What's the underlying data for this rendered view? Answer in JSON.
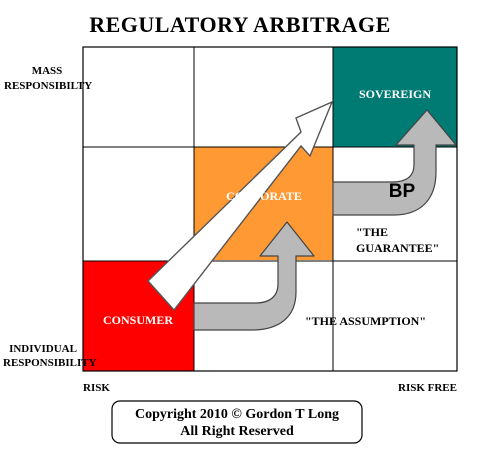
{
  "title": "REGULATORY ARBITRAGE",
  "y_axis": {
    "top_label_line1": "MASS",
    "top_label_line2": "RESPONSIBILTY",
    "bottom_label_line1": "INDIVIDUAL",
    "bottom_label_line2": "RESPONSIBILITY"
  },
  "x_axis": {
    "left_label": "RISK",
    "right_label": "RISK FREE"
  },
  "cells": {
    "sovereign": "SOVEREIGN",
    "corporate": "CORPORATE",
    "consumer": "CONSUMER"
  },
  "annotations": {
    "bp": "BP",
    "guarantee_line1": "\"THE",
    "guarantee_line2": "GUARANTEE\"",
    "assumption": "\"THE ASSUMPTION\""
  },
  "copyright": {
    "line1": "Copyright 2010 © Gordon T Long",
    "line2": "All Right Reserved"
  },
  "colors": {
    "sovereign": "#007b73",
    "corporate": "#ff9933",
    "consumer": "#ff0000",
    "arrow": "#b9b9b9",
    "grid": "#000000"
  }
}
